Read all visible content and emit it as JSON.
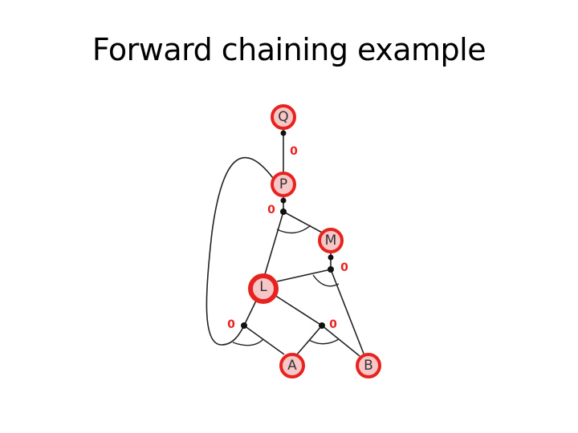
{
  "title": "Forward chaining example",
  "colors": {
    "node_fill": "#f7c6c6",
    "node_stroke": "#e8231f",
    "count_text": "#e8231f",
    "edge": "#222222"
  },
  "nodes": [
    {
      "id": "Q",
      "label": "Q"
    },
    {
      "id": "P",
      "label": "P"
    },
    {
      "id": "M",
      "label": "M"
    },
    {
      "id": "L",
      "label": "L"
    },
    {
      "id": "A",
      "label": "A"
    },
    {
      "id": "B",
      "label": "B"
    }
  ],
  "counts": [
    {
      "id": "c-p-q",
      "label": "0"
    },
    {
      "id": "c-lm-p",
      "label": "0"
    },
    {
      "id": "c-bl-m",
      "label": "0"
    },
    {
      "id": "c-ap-l",
      "label": "0"
    },
    {
      "id": "c-ab-l",
      "label": "0"
    }
  ]
}
